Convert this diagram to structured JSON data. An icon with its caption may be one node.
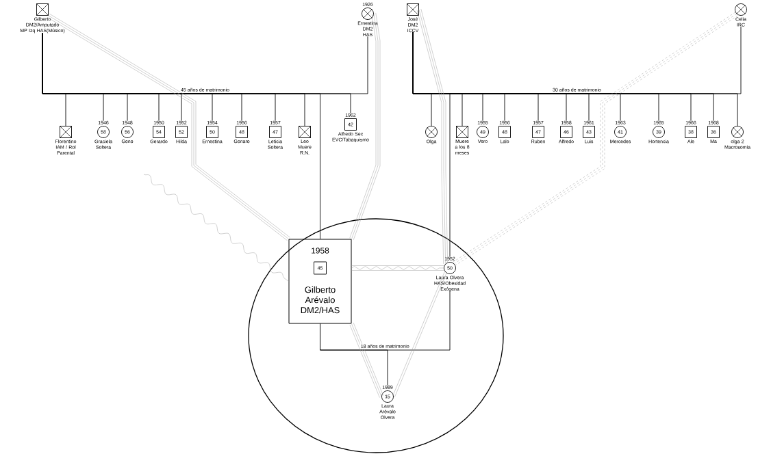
{
  "diagram": {
    "nodes": [
      {
        "text": [
          "Gilberto DM2/Amputado MP Izq HAS(Músico)"
        ]
      },
      {
        "text": [
          "1926",
          "Ernestina DM2 HAS"
        ]
      },
      {
        "text": [
          "Florentino IAM / Rol Parental"
        ]
      },
      {
        "text": [
          "1946",
          "58",
          "Graciela Soltera"
        ]
      },
      {
        "text": [
          "1948",
          "56",
          "Geno"
        ]
      },
      {
        "text": [
          "1950",
          "54",
          "Gerardo"
        ]
      },
      {
        "text": [
          "1952",
          "52",
          "Hilda"
        ]
      },
      {
        "text": [
          "1954",
          "50",
          "Ernestina"
        ]
      },
      {
        "text": [
          "1956",
          "48",
          "Genaro"
        ]
      },
      {
        "text": [
          "1957",
          "47",
          "Leticia Soltera"
        ]
      },
      {
        "text": [
          "Leo Muere R.N."
        ]
      },
      {
        "text": [
          "1962",
          "42",
          "Alfredo Sec EVC/Tabaquismo"
        ]
      },
      {
        "text": [
          "José DM2 ICCV"
        ]
      },
      {
        "text": [
          "Celia IRC"
        ]
      },
      {
        "text": [
          "Olga"
        ]
      },
      {
        "text": [
          "Muere a los 8 meses"
        ]
      },
      {
        "text": [
          "1955",
          "49",
          "Vero"
        ]
      },
      {
        "text": [
          "1956",
          "48",
          "Lalo"
        ]
      },
      {
        "text": [
          "1957",
          "47",
          "Ruben"
        ]
      },
      {
        "text": [
          "1958",
          "46",
          "Alfredo"
        ]
      },
      {
        "text": [
          "1961",
          "43",
          "Luis"
        ]
      },
      {
        "text": [
          "1963",
          "41",
          "Mercedes"
        ]
      },
      {
        "text": [
          "1965",
          "39",
          "Hortencia"
        ]
      },
      {
        "text": [
          "1966",
          "38",
          "Ale"
        ]
      },
      {
        "text": [
          "1968",
          "36",
          "Ma"
        ]
      },
      {
        "text": [
          "olga 2 Macrosomia"
        ]
      },
      {
        "text": [
          "1958",
          "Gilberto Arévalo DM2/HAS"
        ]
      },
      {
        "text": [
          "45"
        ],
        "in": 26
      },
      {
        "text": [
          "1952",
          "50",
          "Laura Olvera HAS/Obesidad Exógena"
        ]
      },
      {
        "text": [
          "1989",
          "15",
          "Laura Arévalo Olvera"
        ]
      }
    ],
    "edges": [
      {
        "from": 0,
        "to": 1,
        "arrow": "none",
        "label": "45 años de matrimonio"
      },
      {
        "from": 0,
        "to": 2,
        "arrow": "none"
      },
      {
        "from": 0,
        "to": 3,
        "arrow": "none"
      },
      {
        "from": 0,
        "to": 4,
        "arrow": "none"
      },
      {
        "from": 0,
        "to": 5,
        "arrow": "none"
      },
      {
        "from": 0,
        "to": 6,
        "arrow": "none"
      },
      {
        "from": 0,
        "to": 7,
        "arrow": "none"
      },
      {
        "from": 0,
        "to": 8,
        "arrow": "none"
      },
      {
        "from": 0,
        "to": 9,
        "arrow": "none"
      },
      {
        "from": 0,
        "to": 10,
        "arrow": "none"
      },
      {
        "from": 0,
        "to": 26,
        "arrow": "none"
      },
      {
        "from": 0,
        "to": 11,
        "arrow": "none"
      },
      {
        "from": 12,
        "to": 13,
        "arrow": "none",
        "label": "30 años de matrimonio"
      },
      {
        "from": 12,
        "to": 14,
        "arrow": "none"
      },
      {
        "from": 12,
        "to": 28,
        "arrow": "none"
      },
      {
        "from": 12,
        "to": 15,
        "arrow": "none"
      },
      {
        "from": 12,
        "to": 16,
        "arrow": "none"
      },
      {
        "from": 12,
        "to": 17,
        "arrow": "none"
      },
      {
        "from": 12,
        "to": 18,
        "arrow": "none"
      },
      {
        "from": 12,
        "to": 19,
        "arrow": "none"
      },
      {
        "from": 12,
        "to": 20,
        "arrow": "none"
      },
      {
        "from": 12,
        "to": 21,
        "arrow": "none"
      },
      {
        "from": 12,
        "to": 22,
        "arrow": "none"
      },
      {
        "from": 12,
        "to": 23,
        "arrow": "none"
      },
      {
        "from": 12,
        "to": 24,
        "arrow": "none"
      },
      {
        "from": 12,
        "to": 25,
        "arrow": "none"
      },
      {
        "from": 26,
        "to": 28,
        "arrow": "none",
        "label": "18 años de matrimonio"
      },
      {
        "from": 26,
        "to": 29,
        "arrow": "none"
      },
      {
        "from": 0,
        "to": 26,
        "arrow": "none",
        "color": "#a0a0a0"
      },
      {
        "from": 1,
        "to": 26,
        "arrow": "none",
        "color": "#a0a0a0"
      },
      {
        "from": 12,
        "to": 28,
        "arrow": "none",
        "color": "#a0a0a0"
      },
      {
        "from": 13,
        "to": 28,
        "arrow": "none",
        "style": "dashed",
        "color": "#a0a0a0"
      },
      {
        "from": 26,
        "to": 28,
        "arrow": "none",
        "color": "#a0a0a0"
      },
      {
        "from": 26,
        "to": 29,
        "arrow": "none",
        "color": "#a0a0a0"
      },
      {
        "from": 28,
        "to": 29,
        "arrow": "none",
        "color": "#a0a0a0"
      },
      {
        "from": null,
        "to": 26,
        "arrow": "none",
        "color": "#a0a0a0"
      }
    ]
  }
}
